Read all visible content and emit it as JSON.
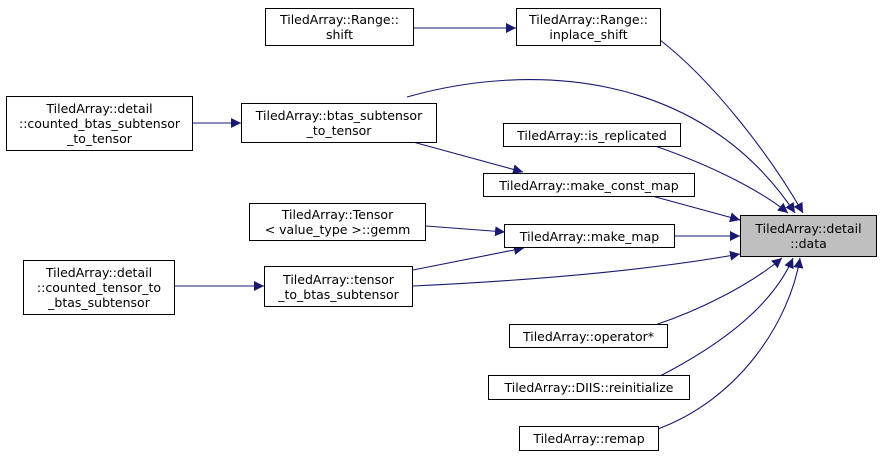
{
  "colors": {
    "edge": "#191970",
    "node_border": "#000000",
    "focus_fill": "#bfbfbf",
    "node_fill": "#ffffff"
  },
  "nodes": {
    "range_shift": {
      "lines": [
        "TiledArray::Range::",
        "shift"
      ]
    },
    "range_inplace_shift": {
      "lines": [
        "TiledArray::Range::",
        "inplace_shift"
      ]
    },
    "counted_btas_subtensor_to_tensor": {
      "lines": [
        "TiledArray::detail",
        "::counted_btas_subtensor",
        "_to_tensor"
      ]
    },
    "btas_subtensor_to_tensor": {
      "lines": [
        "TiledArray::btas_subtensor",
        "_to_tensor"
      ]
    },
    "is_replicated": {
      "lines": [
        "TiledArray::is_replicated"
      ]
    },
    "make_const_map": {
      "lines": [
        "TiledArray::make_const_map"
      ]
    },
    "tensor_gemm": {
      "lines": [
        "TiledArray::Tensor",
        "< value_type >::gemm"
      ]
    },
    "make_map": {
      "lines": [
        "TiledArray::make_map"
      ]
    },
    "detail_data": {
      "lines": [
        "TiledArray::detail",
        "::data"
      ]
    },
    "counted_tensor_to_btas_subtensor": {
      "lines": [
        "TiledArray::detail",
        "::counted_tensor_to",
        "_btas_subtensor"
      ]
    },
    "tensor_to_btas_subtensor": {
      "lines": [
        "TiledArray::tensor",
        "_to_btas_subtensor"
      ]
    },
    "operator_star": {
      "lines": [
        "TiledArray::operator*"
      ]
    },
    "diis_reinitialize": {
      "lines": [
        "TiledArray::DIIS::reinitialize"
      ]
    },
    "remap": {
      "lines": [
        "TiledArray::remap"
      ]
    }
  }
}
